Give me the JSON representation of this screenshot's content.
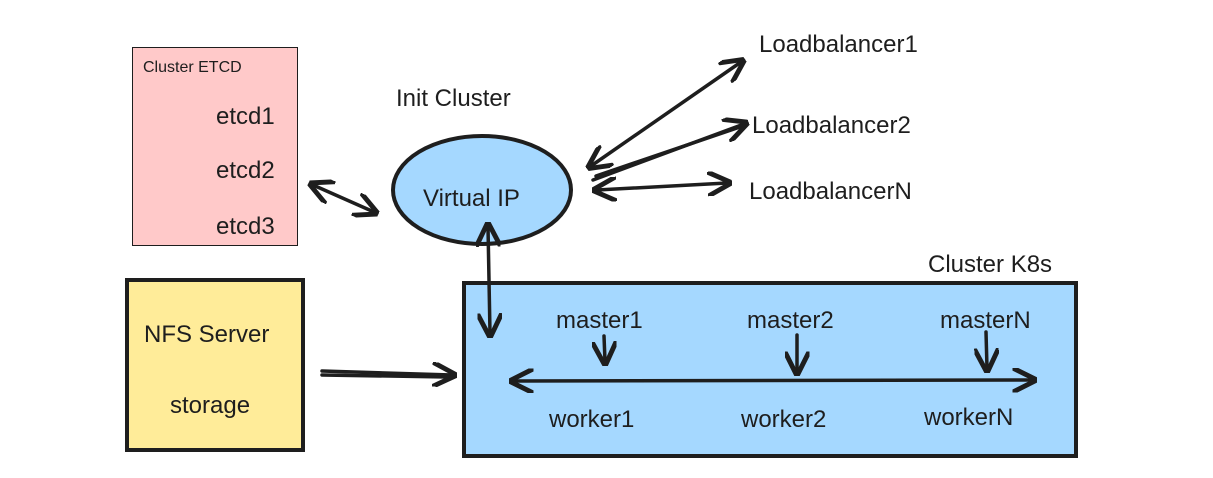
{
  "colors": {
    "etcd_fill": "#ffc9c9",
    "nfs_fill": "#ffec99",
    "k8s_fill": "#a5d8ff",
    "vip_fill": "#a5d8ff",
    "stroke": "#1e1e1e"
  },
  "etcd": {
    "title": "Cluster ETCD",
    "nodes": [
      "etcd1",
      "etcd2",
      "etcd3"
    ]
  },
  "init_cluster": {
    "title": "Init Cluster",
    "vip": "Virtual IP"
  },
  "loadbalancers": [
    "Loadbalancer1",
    "Loadbalancer2",
    "LoadbalancerN"
  ],
  "nfs": {
    "title": "NFS Server",
    "subtitle": "storage"
  },
  "k8s": {
    "title": "Cluster K8s",
    "masters": [
      "master1",
      "master2",
      "masterN"
    ],
    "workers": [
      "worker1",
      "worker2",
      "workerN"
    ]
  }
}
